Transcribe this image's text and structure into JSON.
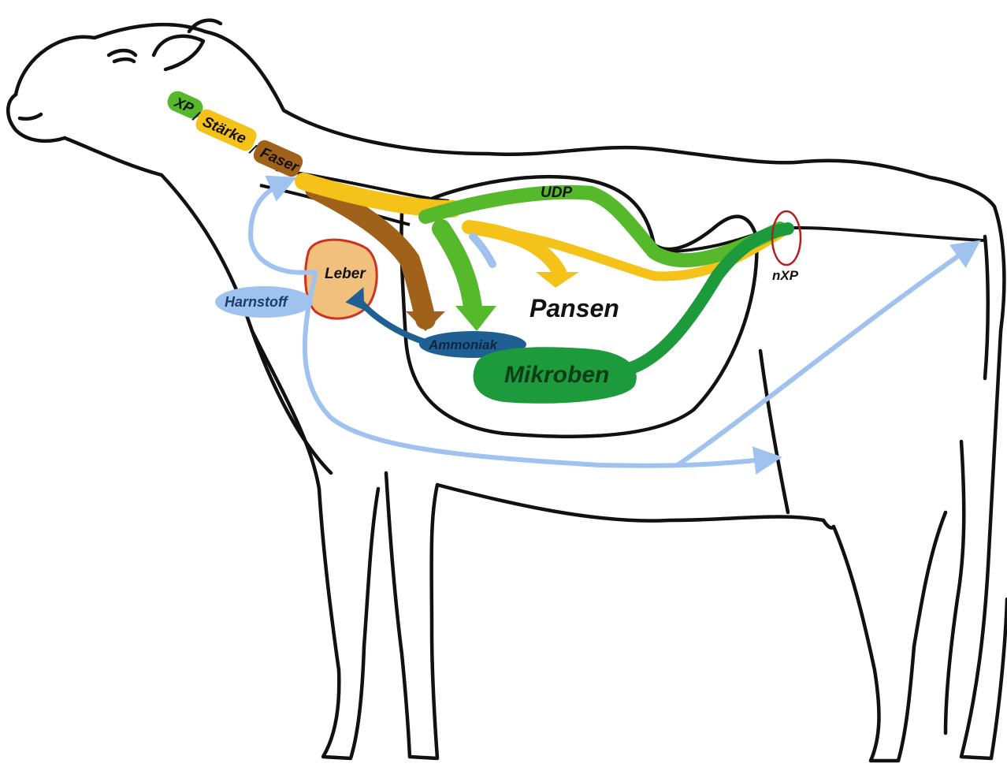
{
  "colors": {
    "outline": "#111111",
    "xp_green": "#55b92b",
    "dark_green": "#1d9a3c",
    "staerke_yellow": "#f5c21a",
    "faser_brown": "#a0621a",
    "leber_fill": "#f0c07c",
    "leber_border": "#d03220",
    "harnstoff_blue": "#9fc2ee",
    "ammoniak_blue": "#1e5f94",
    "nxp_ring": "#b21f1f"
  },
  "labels": {
    "xp": "XP",
    "staerke": "Stärke",
    "faser": "Faser",
    "slash": "/",
    "udp": "UDP",
    "pansen": "Pansen",
    "mikroben": "Mikroben",
    "ammoniak": "Ammoniak",
    "leber": "Leber",
    "harnstoff": "Harnstoff",
    "nxp": "nXP"
  }
}
